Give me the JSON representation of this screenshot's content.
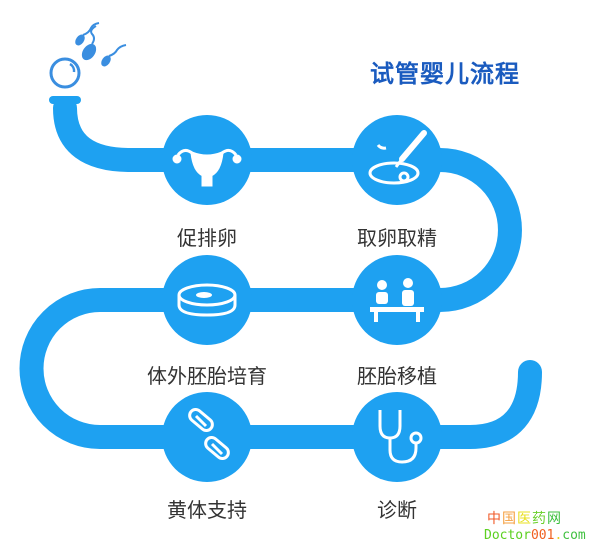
{
  "title": "试管婴儿流程",
  "steps": [
    {
      "label": "促排卵",
      "icon": "uterus-icon"
    },
    {
      "label": "取卵取精",
      "icon": "pipette-icon"
    },
    {
      "label": "体外胚胎培育",
      "icon": "petri-dish-icon"
    },
    {
      "label": "胚胎移植",
      "icon": "transplant-icon"
    },
    {
      "label": "黄体支持",
      "icon": "pills-icon"
    },
    {
      "label": "诊断",
      "icon": "stethoscope-icon"
    }
  ],
  "watermark": {
    "line1": [
      "中",
      "国",
      "医",
      "药",
      "网"
    ],
    "line2": [
      "Doctor",
      "001",
      ".",
      "com"
    ]
  },
  "colors": {
    "pipe": "#1ea1f1",
    "title": "#1a5bbf",
    "sperm": "#3a8ee0"
  }
}
